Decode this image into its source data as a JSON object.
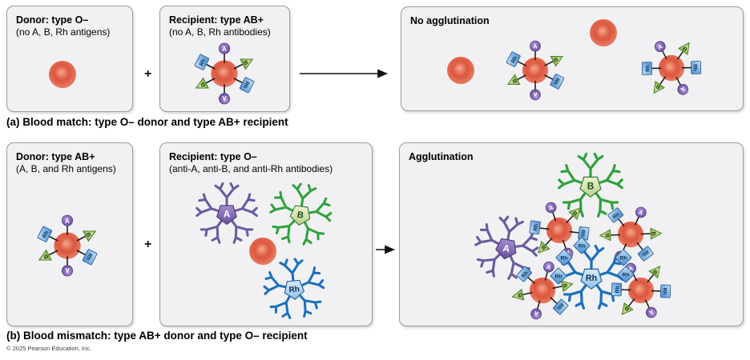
{
  "labels": {
    "a": "A",
    "b": "B",
    "rh": "Rh"
  },
  "colors": {
    "rbc_red": "#de5c43",
    "antigen_a_purple": "#7a5fa8",
    "antigen_b_green": "#7fb144",
    "antigen_rh_blue": "#5e9bd6",
    "antibody_a_purple": "#6b5a9f",
    "antibody_b_green": "#2fa23c",
    "antibody_rh_blue": "#1a6fc0",
    "box_fill": "#f1f1f4",
    "box_border": "#9b9ba1"
  },
  "panel_a": {
    "caption": "(a) Blood match: type O– donor and type AB+ recipient",
    "donor_title": "Donor: type O–",
    "donor_subtitle": "(no A, B, Rh antigens)",
    "plus": "+",
    "recipient_title": "Recipient: type AB+",
    "recipient_subtitle": "(no A, B, Rh antibodies)",
    "result_title": "No agglutination"
  },
  "panel_b": {
    "caption": "(b) Blood mismatch: type AB+ donor and type O– recipient",
    "donor_title": "Donor: type AB+",
    "donor_subtitle": "(A, B, and Rh antigens)",
    "plus": "+",
    "recipient_title": "Recipient: type O–",
    "recipient_subtitle": "(anti-A, anti-B, and anti-Rh antibodies)",
    "result_title": "Agglutination"
  },
  "footer": {
    "copyright": "© 2025 Pearson Education, Inc."
  }
}
